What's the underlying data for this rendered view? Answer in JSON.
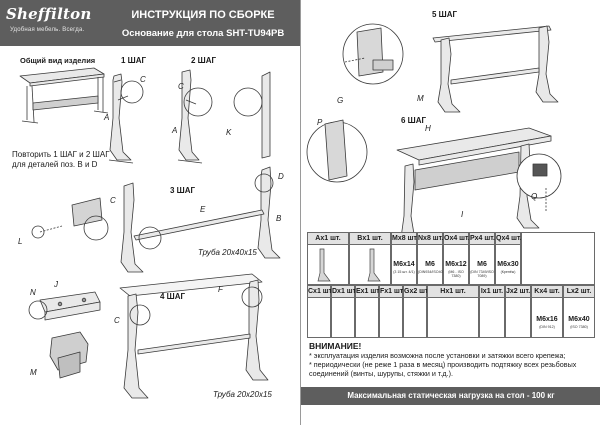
{
  "brand": {
    "logo": "Sheffilton",
    "tagline": "Удобная мебель. Всегда."
  },
  "header": {
    "title": "ИНСТРУКЦИЯ ПО СБОРКЕ",
    "subtitle": "Основание для стола SHT-TU94PB"
  },
  "left_page": {
    "overview_title": "Общий вид изделия",
    "repeat_note": [
      "Повторить 1 ШАГ и 2 ШАГ",
      "для деталей поз. B и D"
    ],
    "steps": [
      "1 ШАГ",
      "2 ШАГ",
      "3 ШАГ",
      "4 ШАГ"
    ],
    "pipe_3": "Труба 20x40x15",
    "pipe_4": "Труба 20x20x15",
    "letters": [
      "A",
      "A",
      "C",
      "C",
      "K",
      "L",
      "C",
      "B",
      "D",
      "E",
      "N",
      "J",
      "M",
      "C",
      "F"
    ]
  },
  "right_page": {
    "steps": [
      "5 ШАГ",
      "6 ШАГ"
    ],
    "letters": [
      "G",
      "M",
      "H",
      "P",
      "I",
      "Q"
    ],
    "parts": [
      {
        "label": "Ax1 шт."
      },
      {
        "label": "Bx1 шт."
      },
      {
        "label": "Mx8 шт.",
        "spec": "M6x14",
        "detail": "(3 15 шт. 4/1)"
      },
      {
        "label": "Nx8 шт.",
        "spec": "M6",
        "detail": "(DIN934/ISO4032)"
      },
      {
        "label": "Ox4 шт.",
        "spec": "M6x12",
        "detail": "(M6 - ISO 7380)"
      },
      {
        "label": "Px4 шт.",
        "spec": "M6",
        "detail": "(DIN 7349/ISO 7089)"
      },
      {
        "label": "Qx4 шт.",
        "spec": "M6x30",
        "detail": "(Крепёж)"
      },
      {
        "label": "Cx1 шт."
      },
      {
        "label": "Dx1 шт."
      },
      {
        "label": "Ex1 шт."
      },
      {
        "label": "Fx1 шт."
      },
      {
        "label": "Gx2 шт."
      },
      {
        "label": "Hx1 шт."
      },
      {
        "label": "Ix1 шт."
      },
      {
        "label": "Jx2 шт."
      },
      {
        "label": "Kx4 шт.",
        "spec": "M6x16",
        "detail": "(DIN 912)"
      },
      {
        "label": "Lx2 шт.",
        "spec": "M6x40",
        "detail": "(ISO 7380)"
      }
    ],
    "warning_title": "ВНИМАНИЕ!",
    "warning_lines": [
      "* эксплуатация изделия возможна после установки и затяжки всего крепежа;",
      "* периодически (не реже 1 раза в месяц) производить подтяжку всех резьбовых",
      "соединений (винты, шурупы, стяжки и т.д.)."
    ],
    "load_note": "Максимальная статическая нагрузка на стол - 100 кг"
  }
}
